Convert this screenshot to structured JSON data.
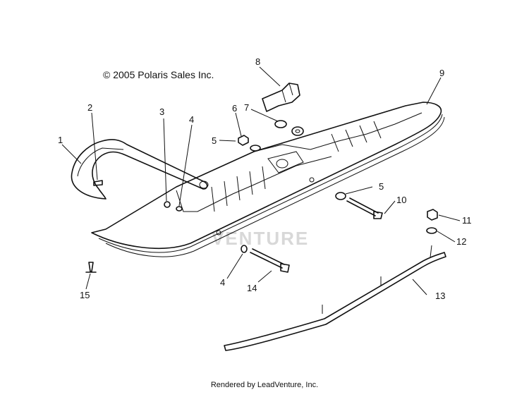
{
  "copyright": "© 2005 Polaris Sales Inc.",
  "footer": "Rendered by LeadVenture, Inc.",
  "watermark": "VENTURE",
  "callouts": {
    "c1": "1",
    "c2": "2",
    "c3": "3",
    "c4a": "4",
    "c4b": "4",
    "c5a": "5",
    "c5b": "5",
    "c6": "6",
    "c7": "7",
    "c8": "8",
    "c9": "9",
    "c10": "10",
    "c11": "11",
    "c12": "12",
    "c13": "13",
    "c14": "14",
    "c15": "15"
  }
}
